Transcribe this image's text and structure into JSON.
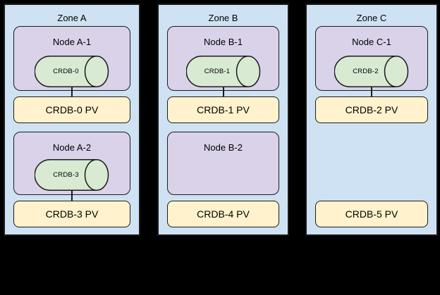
{
  "zones": [
    {
      "label": "Zone A",
      "items": [
        {
          "node": "Node A-1",
          "pod": "CRDB-0",
          "pv": "CRDB-0 PV"
        },
        {
          "node": "Node A-2",
          "pod": "CRDB-3",
          "pv": "CRDB-3 PV"
        }
      ]
    },
    {
      "label": "Zone B",
      "items": [
        {
          "node": "Node B-1",
          "pod": "CRDB-1",
          "pv": "CRDB-1 PV"
        },
        {
          "node": "Node B-2",
          "pv": "CRDB-4 PV"
        }
      ]
    },
    {
      "label": "Zone C",
      "items": [
        {
          "node": "Node C-1",
          "pod": "CRDB-2",
          "pv": "CRDB-2 PV"
        },
        {
          "pv": "CRDB-5 PV"
        }
      ]
    }
  ],
  "colors": {
    "background": "#000000",
    "zone_fill": "#cfe2f3",
    "node_fill": "#d9d2e9",
    "pod_fill": "#d9ead3",
    "pv_fill": "#fff2cc",
    "border": "#1b1b1b"
  }
}
